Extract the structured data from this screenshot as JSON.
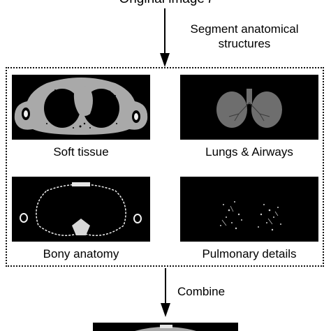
{
  "header": {
    "title": "Original image"
  },
  "steps": {
    "segment": "Segment anatomical structures",
    "segment_line1": "Segment anatomical",
    "segment_line2": "structures",
    "combine": "Combine"
  },
  "panels": [
    {
      "id": "soft-tissue",
      "caption": "Soft tissue"
    },
    {
      "id": "lungs-airways",
      "caption": "Lungs & Airways"
    },
    {
      "id": "bony-anatomy",
      "caption": "Bony anatomy"
    },
    {
      "id": "pulmonary-details",
      "caption": "Pulmonary details"
    }
  ],
  "colors": {
    "panel_bg": "#000000",
    "soft_tissue": "#a9a9a9",
    "lung_gray": "#6e6e6e",
    "bone_white": "#f2f2f2"
  }
}
